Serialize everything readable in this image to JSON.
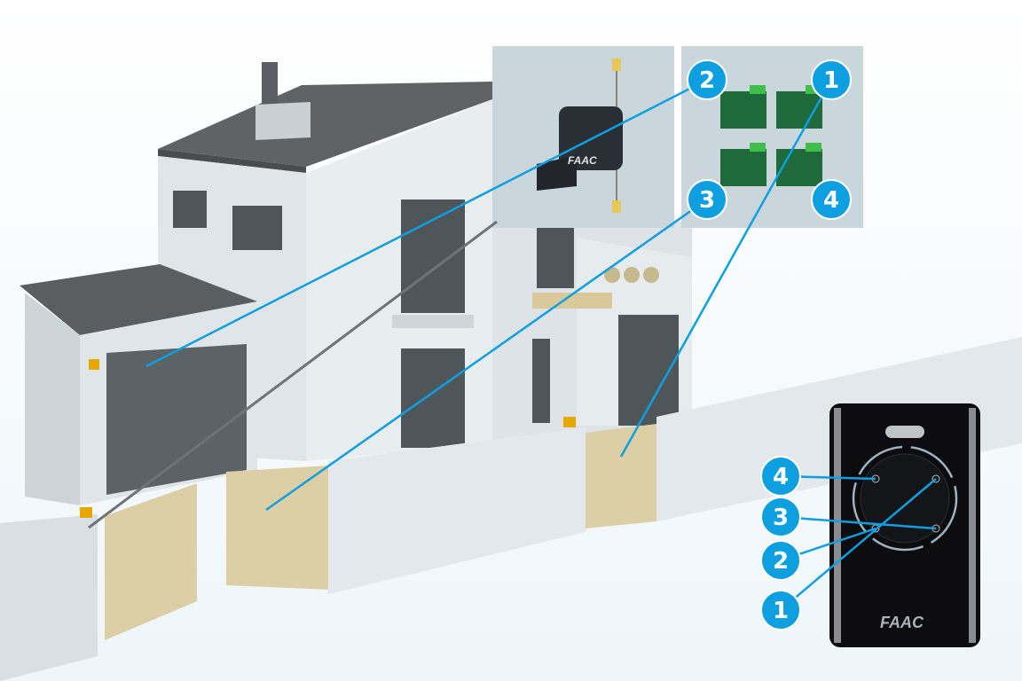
{
  "colors": {
    "callout": "#0d9fe0",
    "wall": "#dfe6ea",
    "gate": "#dccfa5",
    "roof": "#5a5e60",
    "inset": "#c9d6dc"
  },
  "insets": {
    "motor": {
      "brand": "FAAC",
      "callout": "2"
    },
    "receivers": {
      "callouts": [
        "1",
        "3",
        "4"
      ]
    }
  },
  "remote": {
    "brand": "FAAC",
    "buttons": [
      "4",
      "3",
      "2",
      "1"
    ]
  }
}
